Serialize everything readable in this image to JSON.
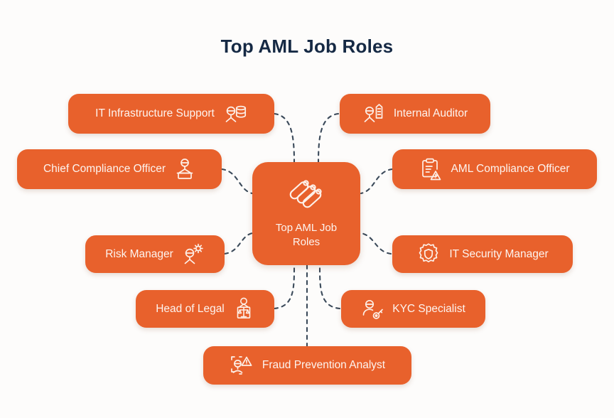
{
  "title": "Top AML Job Roles",
  "colors": {
    "node_fill": "#e8612c",
    "background": "#fdfcfb",
    "title_text": "#152944",
    "node_text": "#fdf4ef",
    "connector": "#3b4a5a"
  },
  "center": {
    "label": "Top AML Job\nRoles",
    "icon": "three-diagonal-capsules-icon"
  },
  "nodes": [
    {
      "id": "it-infrastructure-support",
      "label": "IT Infrastructure Support",
      "icon": "person-database-icon",
      "icon_side": "right"
    },
    {
      "id": "chief-compliance-officer",
      "label": "Chief Compliance Officer",
      "icon": "person-podium-icon",
      "icon_side": "right"
    },
    {
      "id": "risk-manager",
      "label": "Risk Manager",
      "icon": "person-gear-icon",
      "icon_side": "right"
    },
    {
      "id": "head-of-legal",
      "label": "Head of Legal",
      "icon": "person-scales-icon",
      "icon_side": "right"
    },
    {
      "id": "fraud-prevention-analyst",
      "label": "Fraud Prevention Analyst",
      "icon": "face-scan-warning-icon",
      "icon_side": "left"
    },
    {
      "id": "internal-auditor",
      "label": "Internal Auditor",
      "icon": "person-building-icon",
      "icon_side": "left"
    },
    {
      "id": "aml-compliance-officer",
      "label": "AML Compliance Officer",
      "icon": "clipboard-warning-icon",
      "icon_side": "left"
    },
    {
      "id": "it-security-manager",
      "label": "IT Security Manager",
      "icon": "gear-shield-icon",
      "icon_side": "left"
    },
    {
      "id": "kyc-specialist",
      "label": "KYC Specialist",
      "icon": "person-key-icon",
      "icon_side": "left"
    }
  ]
}
